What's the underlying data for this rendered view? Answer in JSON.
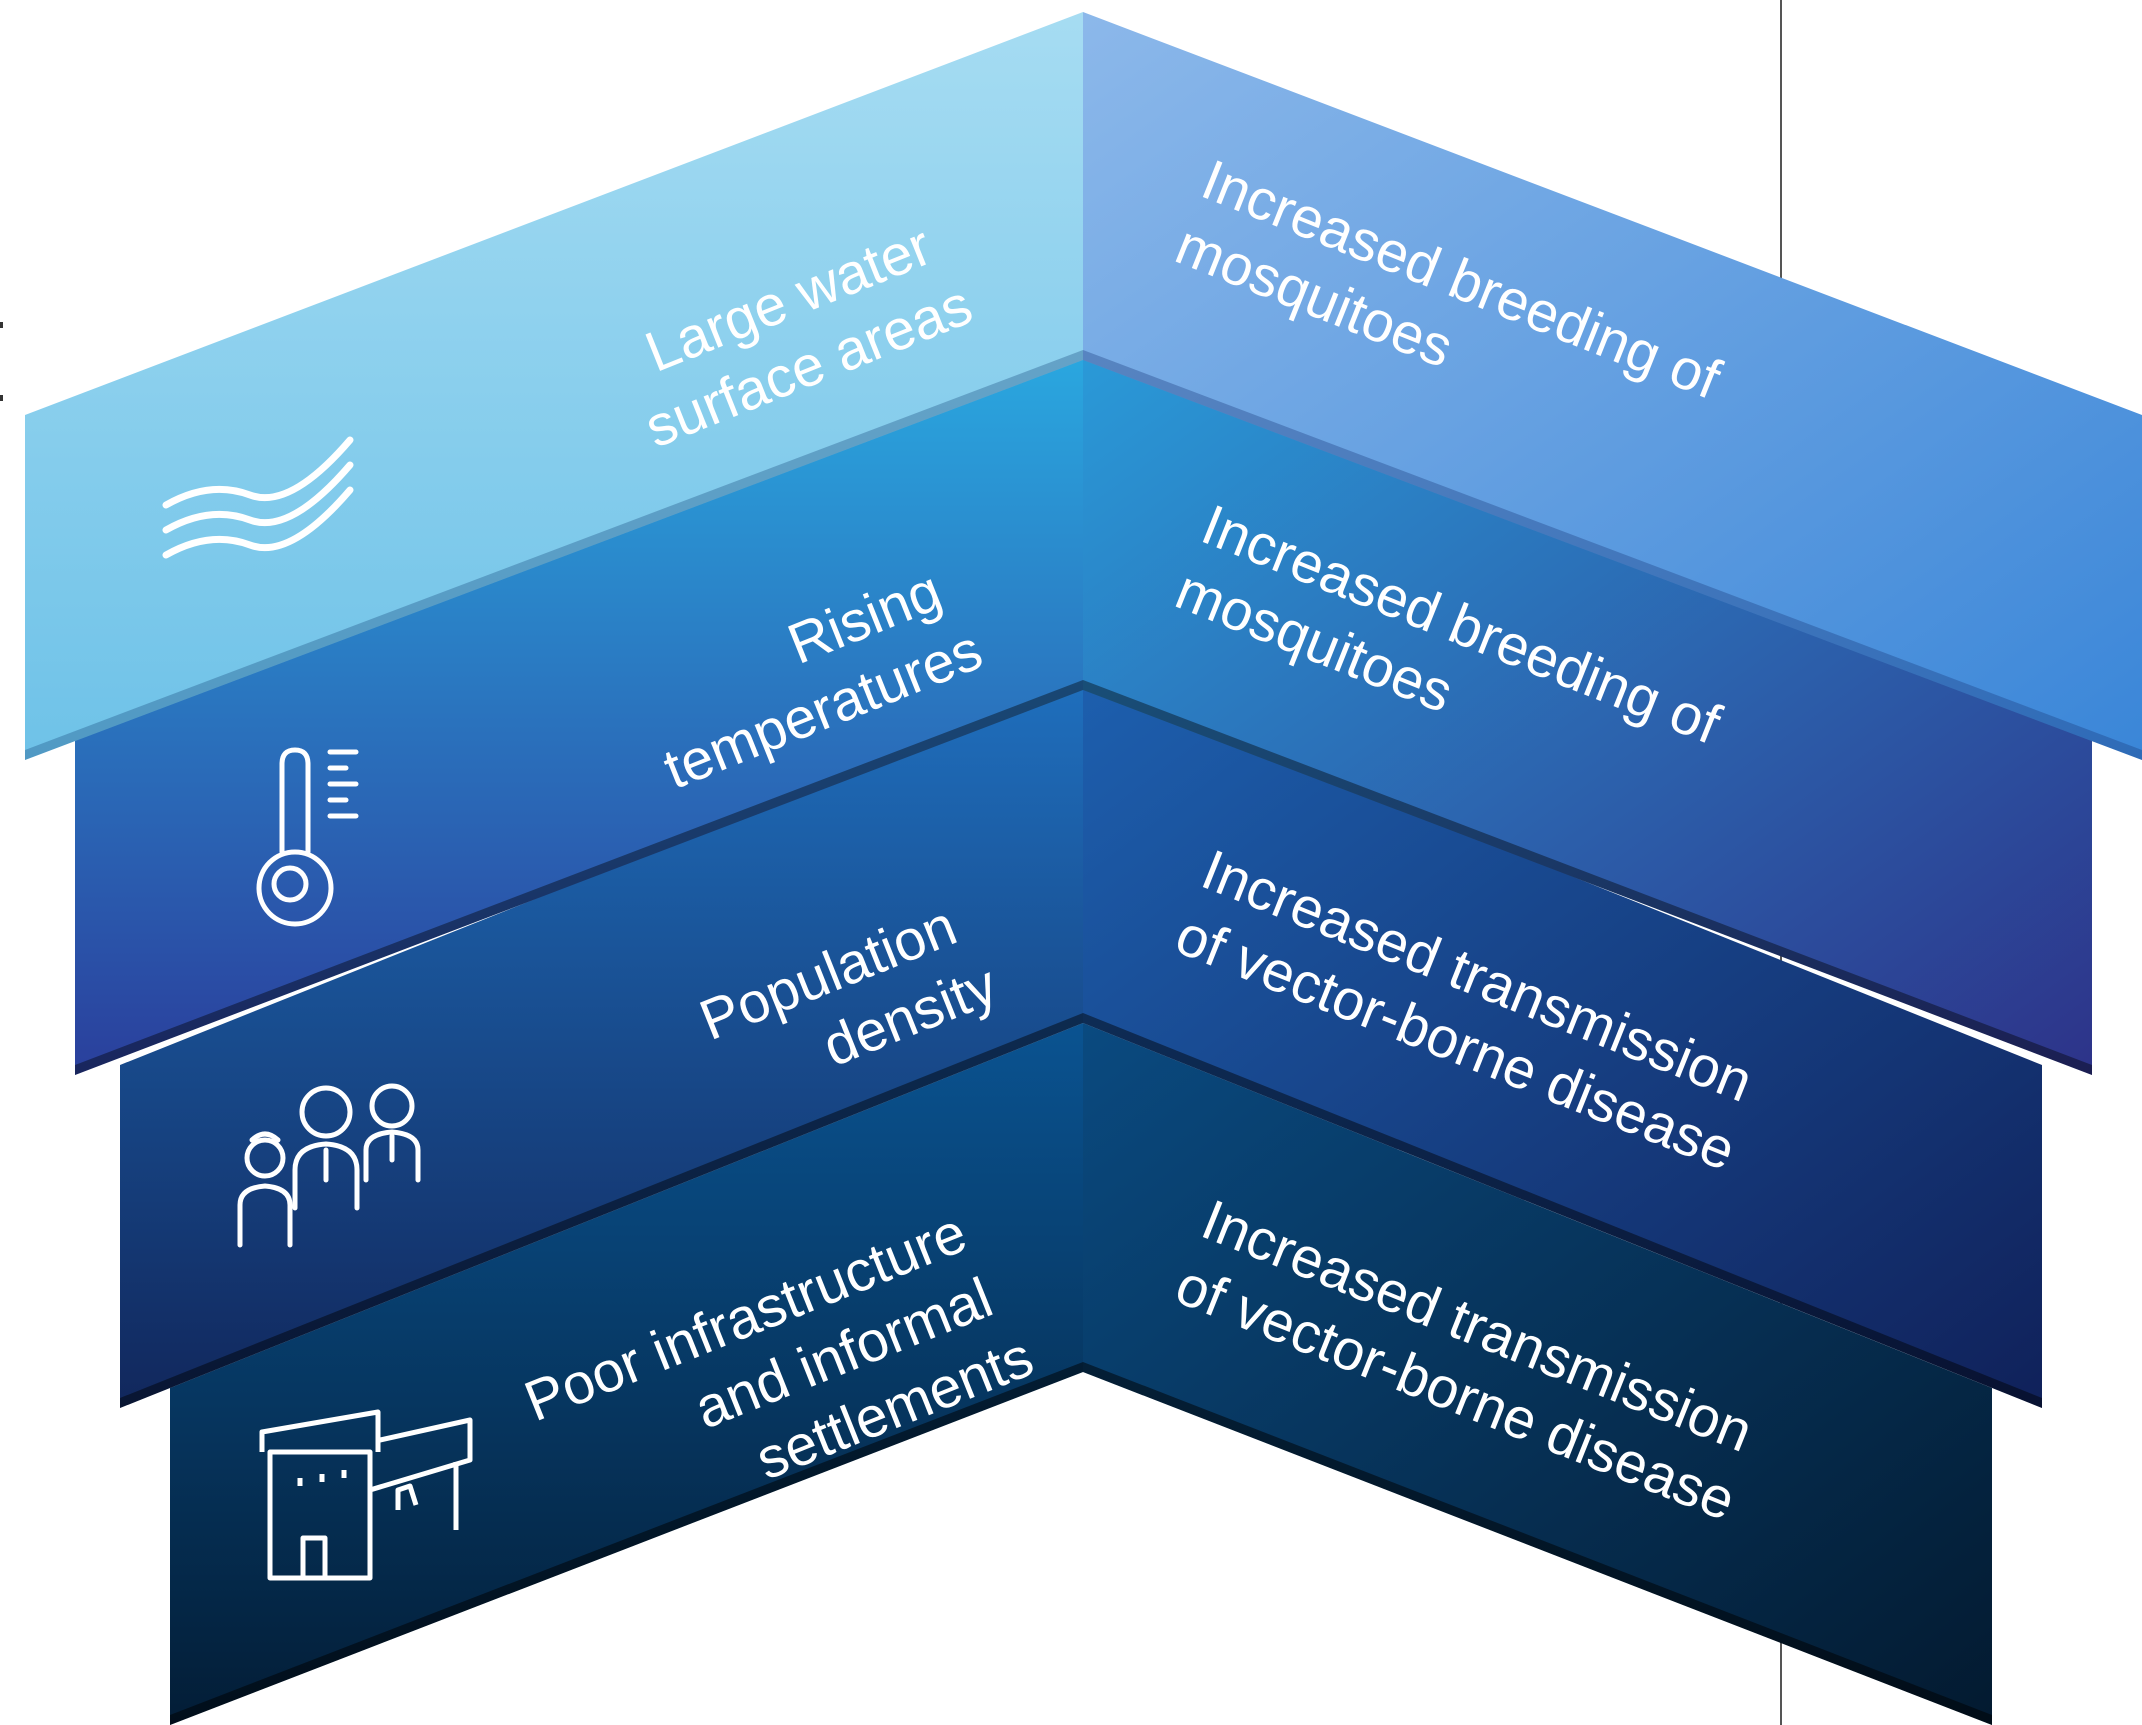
{
  "layers": [
    {
      "cause_lines": [
        "Large water",
        "surface areas"
      ],
      "effect_lines": [
        "Increased breeding of",
        "mosquitoes"
      ],
      "icon": "waves-icon",
      "left_color_top": "#a6dcf2",
      "left_color_bottom": "#6ec2e8",
      "right_color_top": "#8cb8ea",
      "right_color_bottom": "#3a86d8"
    },
    {
      "cause_lines": [
        "Rising",
        "temperatures"
      ],
      "effect_lines": [
        "Increased breeding of",
        "mosquitoes"
      ],
      "icon": "thermometer-icon",
      "left_color_top": "#2aa8e0",
      "left_color_bottom": "#2a3f9c",
      "right_color_top": "#2a9ad8",
      "right_color_bottom": "#2d3389"
    },
    {
      "cause_lines": [
        "Population",
        "density"
      ],
      "effect_lines": [
        "Increased transmission",
        "of vector-borne disease"
      ],
      "icon": "people-icon",
      "left_color_top": "#1f6fbd",
      "left_color_bottom": "#11275c",
      "right_color_top": "#1d5fae",
      "right_color_bottom": "#10215a"
    },
    {
      "cause_lines": [
        "Poor infrastructure",
        "and informal",
        "settlements"
      ],
      "effect_lines": [
        "Increased transmission",
        "of vector-borne disease"
      ],
      "icon": "buildings-icon",
      "left_color_top": "#0a5391",
      "left_color_bottom": "#031d36",
      "right_color_top": "#0a4a80",
      "right_color_bottom": "#031a30"
    }
  ]
}
